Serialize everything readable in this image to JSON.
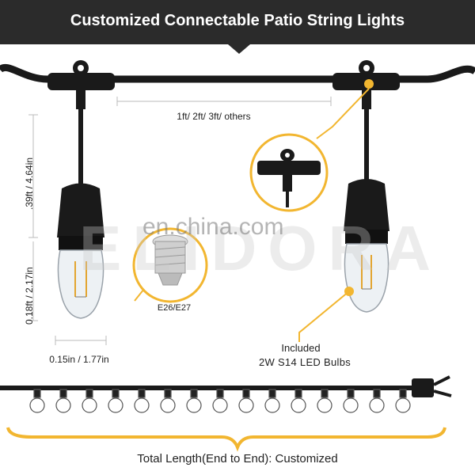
{
  "banner": {
    "title": "Customized Connectable Patio String Lights"
  },
  "dimensions": {
    "spacing": "1ft/ 2ft/ 3ft/ others",
    "socket_height": ".39ft / 4.64in",
    "bulb_height": "0.18ft / 2.17in",
    "bulb_width": "0.15in / 1.77in"
  },
  "socket": {
    "label": "E26/E27"
  },
  "bulbs": {
    "included_line1": "Included",
    "included_line2": "2W S14 LED Bulbs"
  },
  "strand": {
    "total_length": "Total Length(End to End): Customized"
  },
  "watermark": {
    "site": "en.china.com",
    "brand": "ELIDORA"
  },
  "colors": {
    "accent": "#f2b630",
    "cable": "#1a1a1a",
    "banner": "#2b2b2b"
  }
}
